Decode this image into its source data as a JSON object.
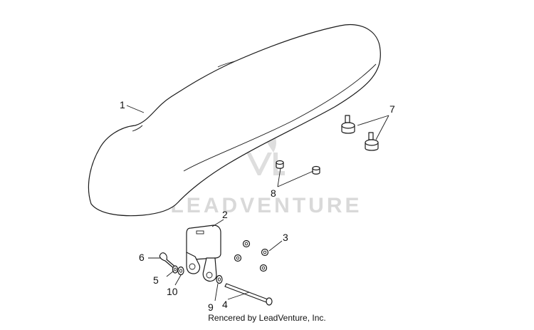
{
  "diagram": {
    "callouts": [
      {
        "id": "1",
        "text": "1"
      },
      {
        "id": "2",
        "text": "2"
      },
      {
        "id": "3",
        "text": "3"
      },
      {
        "id": "4",
        "text": "4"
      },
      {
        "id": "5",
        "text": "5"
      },
      {
        "id": "6",
        "text": "6"
      },
      {
        "id": "7",
        "text": "7"
      },
      {
        "id": "8",
        "text": "8"
      },
      {
        "id": "9",
        "text": "9"
      },
      {
        "id": "10",
        "text": "10"
      }
    ],
    "watermark": "LEADVENTURE",
    "credit": "Rencered by LeadVenture, Inc."
  }
}
